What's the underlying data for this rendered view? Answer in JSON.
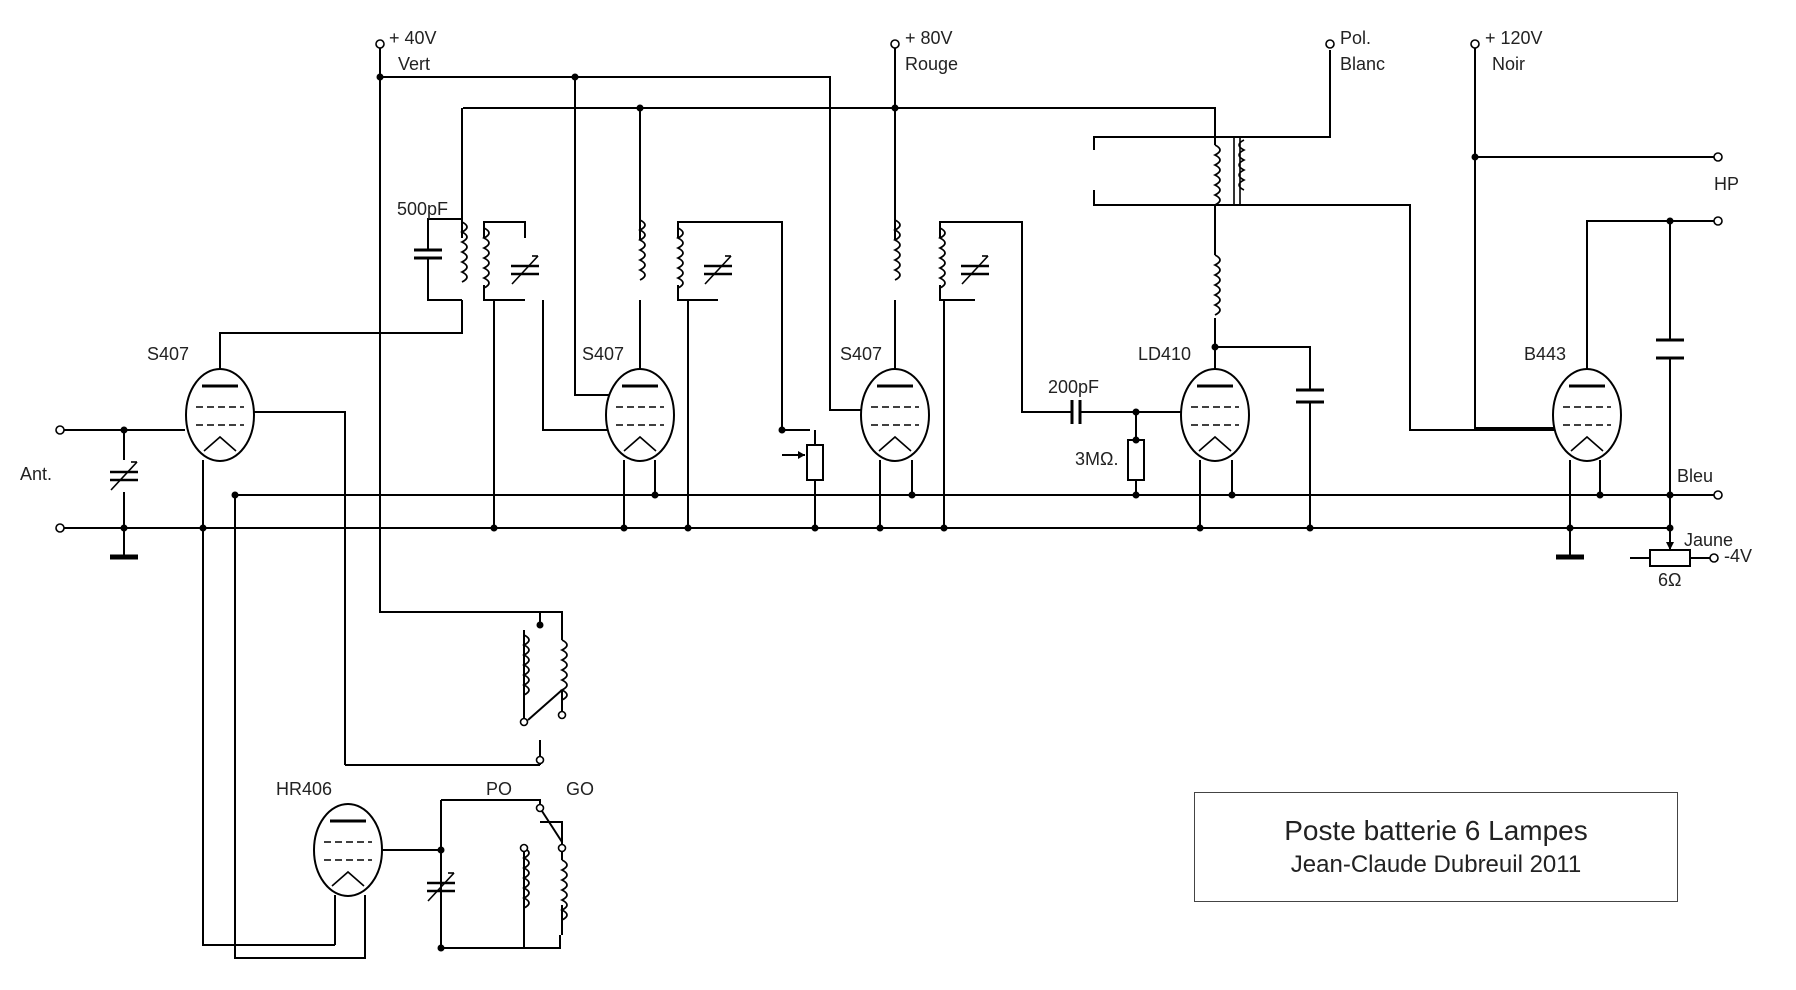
{
  "tubes": [
    {
      "id": "v1",
      "label": "S407"
    },
    {
      "id": "v2",
      "label": "S407"
    },
    {
      "id": "v3",
      "label": "S407"
    },
    {
      "id": "v4",
      "label": "LD410"
    },
    {
      "id": "v5",
      "label": "B443"
    },
    {
      "id": "v6",
      "label": "HR406"
    }
  ],
  "supply": {
    "plus40": "+ 40V",
    "vert": "Vert",
    "plus80": "+ 80V",
    "rouge": "Rouge",
    "pol": "Pol.",
    "blanc": "Blanc",
    "plus120": "+ 120V",
    "noir": "Noir",
    "bleu": "Bleu",
    "jaune": "Jaune",
    "minus4": "-4V"
  },
  "components": {
    "c500": "500pF",
    "c200": "200pF",
    "r3m": "3MΩ.",
    "r6": "6Ω"
  },
  "io": {
    "ant": "Ant.",
    "hp": "HP",
    "po": "PO",
    "go": "GO"
  },
  "title_block": {
    "title": "Poste batterie 6 Lampes",
    "author": "Jean-Claude Dubreuil 2011"
  }
}
